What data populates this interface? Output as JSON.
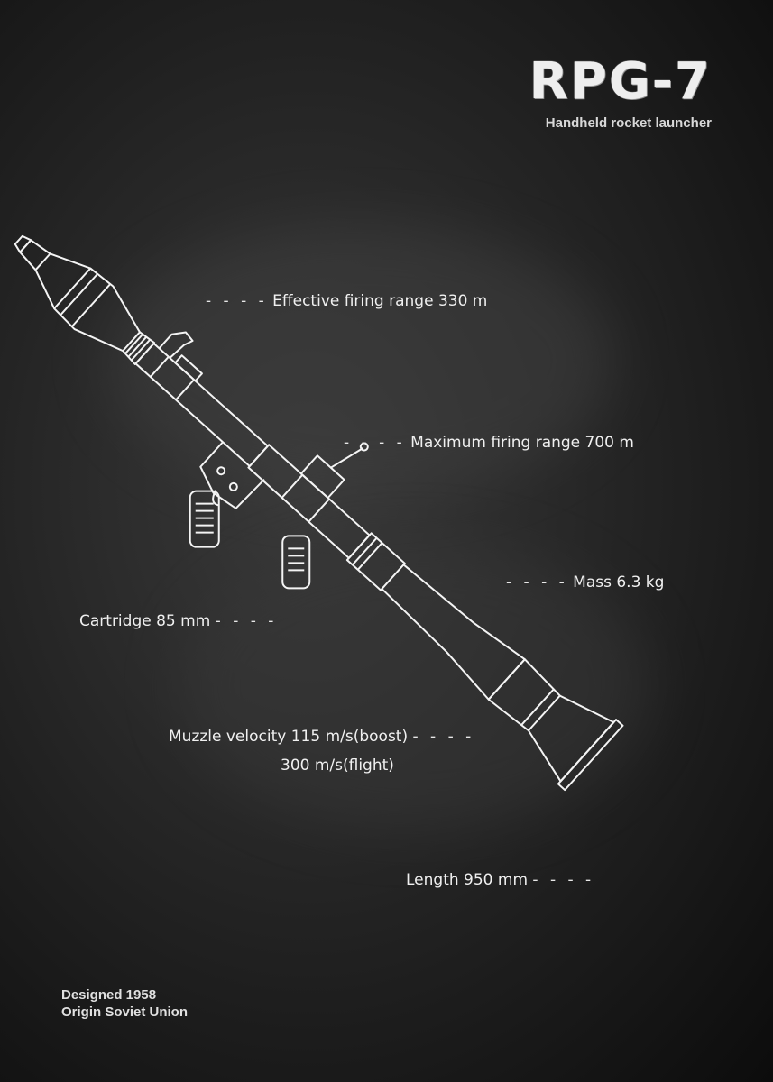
{
  "header": {
    "title": "RPG-7",
    "subtitle": "Handheld rocket launcher"
  },
  "specs": {
    "effective_range": "Effective firing range 330 m",
    "maximum_range": "Maximum firing range 700 m",
    "mass": "Mass 6.3 kg",
    "cartridge": "Cartridge 85 mm",
    "muzzle_velocity_line1": "Muzzle velocity 115 m/s(boost)",
    "muzzle_velocity_line2": "300 m/s(flight)",
    "length": "Length 950 mm",
    "dash": "- - - -"
  },
  "footer": {
    "designed": "Designed 1958",
    "origin": "Origin Soviet Union"
  },
  "colors": {
    "background": "#1c1c1c",
    "chalk": "#f4f4f4"
  },
  "illustration": {
    "subject": "rpg-7-launcher-drawing"
  }
}
